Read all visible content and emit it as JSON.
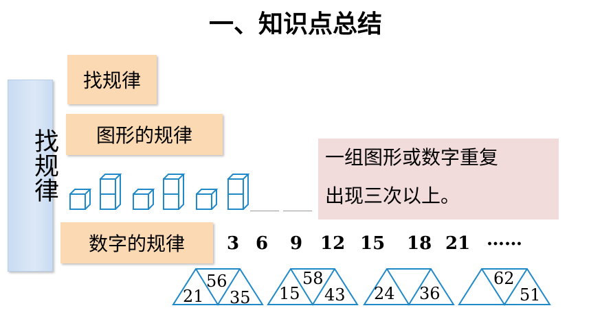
{
  "title": "一、知识点总结",
  "sidebar": {
    "label": "找规律"
  },
  "boxes": {
    "find_rule": "找规律",
    "shape_rule": "图形的规律",
    "number_rule": "数字的规律"
  },
  "note": {
    "line1": "一组图形或数字重复",
    "line2": "出现三次以上。"
  },
  "sequence": [
    "3",
    "6",
    "9",
    "12",
    "15",
    "18",
    "21",
    "……"
  ],
  "triangles": [
    {
      "top": "56",
      "left": "21",
      "right": "35"
    },
    {
      "top": "58",
      "left": "15",
      "right": "43"
    },
    {
      "top": "",
      "left": "24",
      "right": "36"
    },
    {
      "top": "62",
      "left": "",
      "right": "51"
    }
  ],
  "colors": {
    "accent": "#1e88c9",
    "label_bg": "#fbd9b3",
    "note_bg": "#f2dcdb",
    "side_bg": "#dce8f7"
  }
}
